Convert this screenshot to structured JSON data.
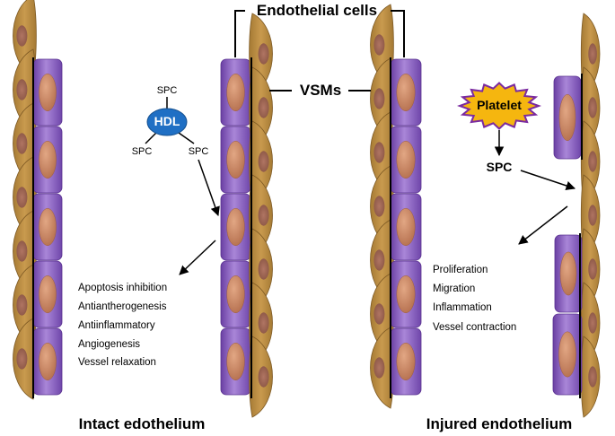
{
  "labels": {
    "endothelial_cells": "Endothelial cells",
    "vsms": "VSMs",
    "hdl": "HDL",
    "spc": "SPC",
    "platelet": "Platelet",
    "intact": "Intact edothelium",
    "injured": "Injured endothelium"
  },
  "intact_effects": [
    "Apoptosis inhibition",
    "Antiantherogenesis",
    "Antiinflammatory",
    "Angiogenesis",
    "Vessel relaxation"
  ],
  "injured_effects": [
    "Proliferation",
    "Migration",
    "Inflammation",
    "Vessel contraction"
  ],
  "colors": {
    "endothelial": "#7e55b8",
    "endothelial_light": "#a986d8",
    "nucleus": "#c98563",
    "smooth_muscle": "#b8893f",
    "smooth_muscle_nucleus": "#9c6452",
    "hdl": "#1f6fc4",
    "platelet": "#f5b60f",
    "platelet_border": "#7a2aa0"
  }
}
